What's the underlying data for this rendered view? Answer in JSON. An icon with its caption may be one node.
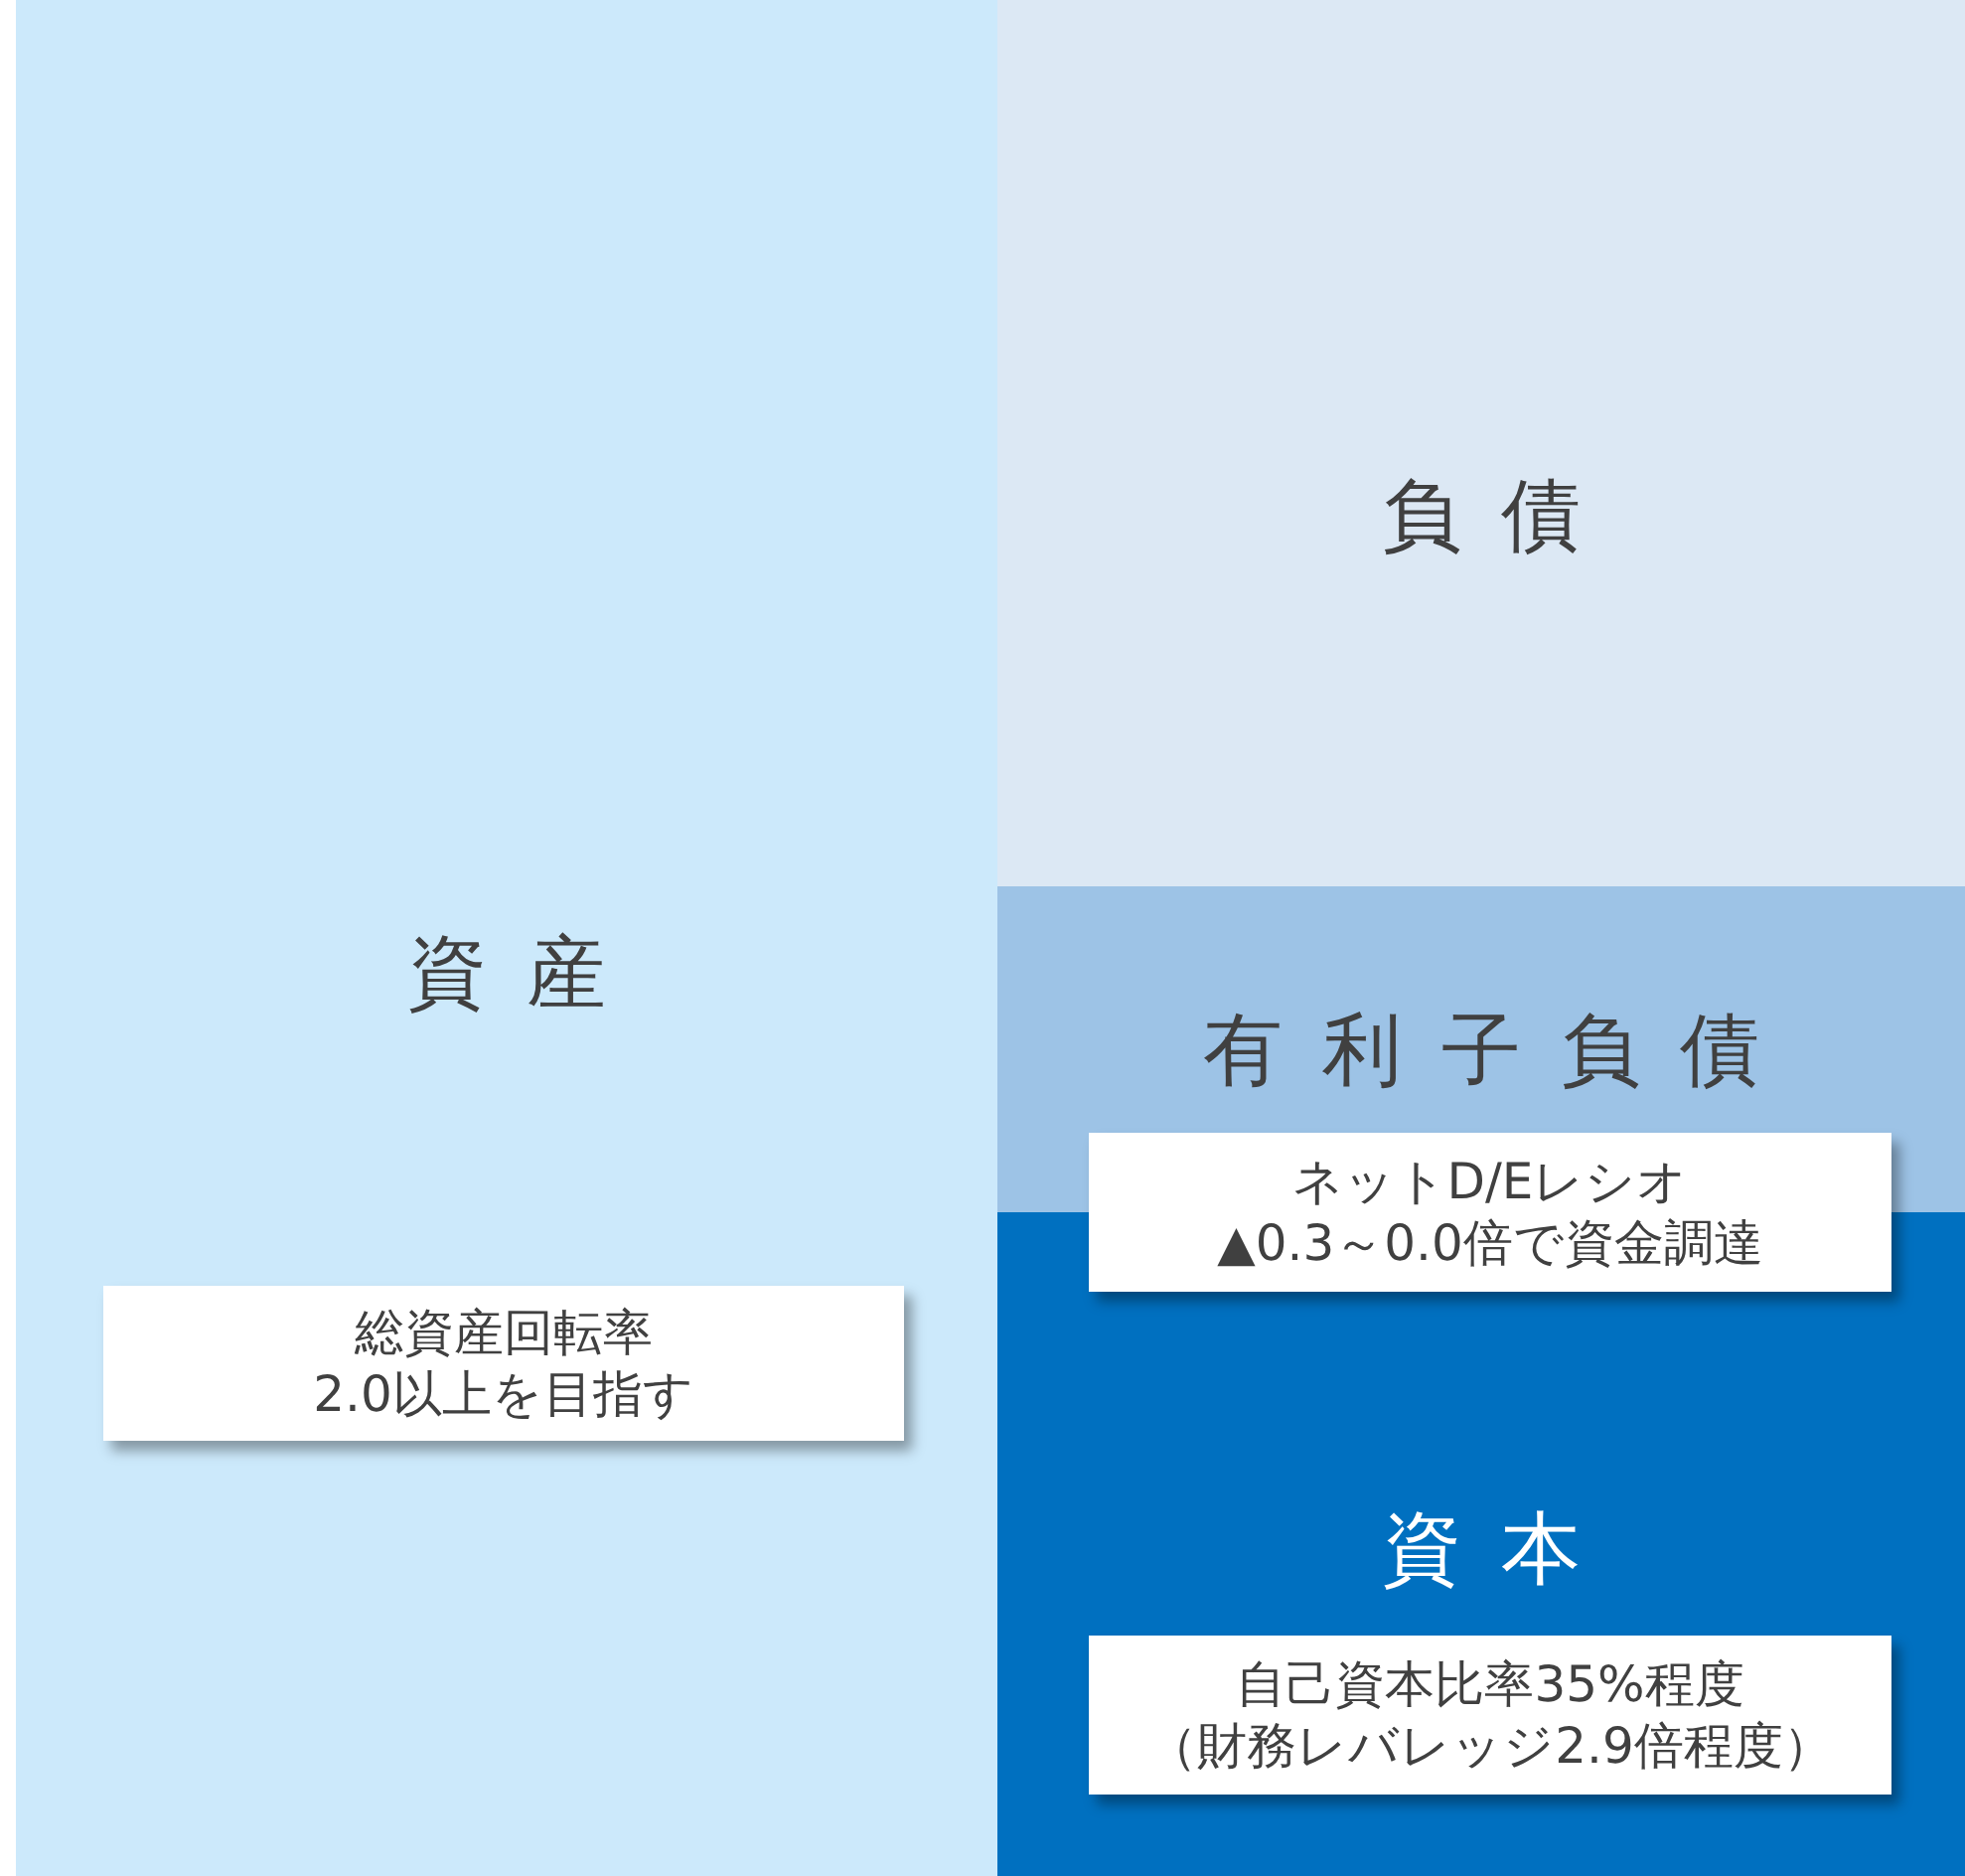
{
  "diagram": {
    "nodes": [
      {
        "text": [
          "資産"
        ]
      },
      {
        "text": [
          "総資産回転率2.0以上を目指す"
        ],
        "in": 0
      },
      {
        "text": [
          "負債"
        ]
      },
      {
        "text": [
          "有利子負債"
        ]
      },
      {
        "text": [
          "資本"
        ]
      },
      {
        "text": [
          "ネットD/Eレシオ▲0.3～0.0倍で資金調達"
        ]
      },
      {
        "text": [
          "自己資本比率35%程度（財務レバレッジ2.9倍程度）"
        ],
        "in": 4
      }
    ]
  }
}
